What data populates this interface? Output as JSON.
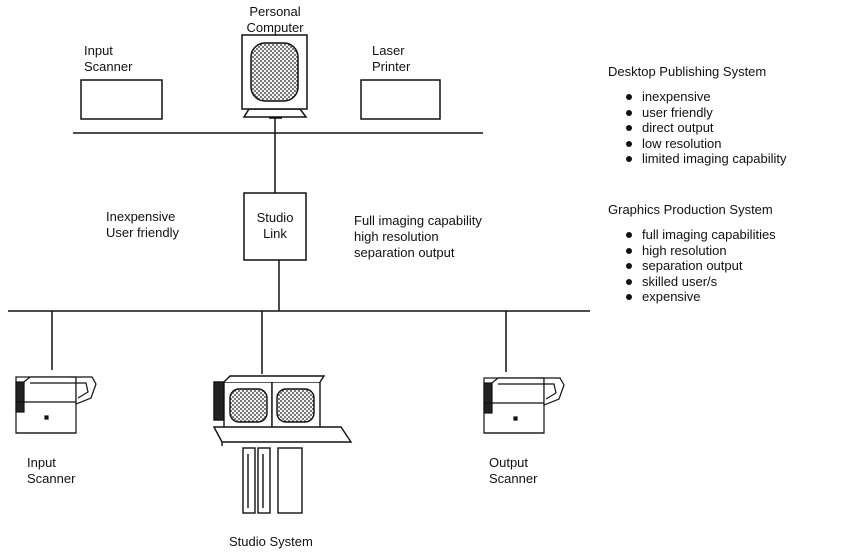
{
  "labels": {
    "personal_computer": [
      "Personal",
      "Computer"
    ],
    "input_scanner_top": [
      "Input",
      "Scanner"
    ],
    "laser_printer": [
      "Laser",
      "Printer"
    ],
    "studio_link": [
      "Studio",
      "Link"
    ],
    "left_note": [
      "Inexpensive",
      "User friendly"
    ],
    "right_note": [
      "Full imaging capability",
      "high resolution",
      "separation output"
    ],
    "input_scanner_bottom": [
      "Input",
      "Scanner"
    ],
    "output_scanner": [
      "Output",
      "Scanner"
    ],
    "studio_system": "Studio System"
  },
  "legend": {
    "desktop": {
      "title": "Desktop Publishing System",
      "items": [
        "inexpensive",
        "user friendly",
        "direct output",
        "low resolution",
        "limited imaging capability"
      ]
    },
    "graphics": {
      "title": "Graphics Production System",
      "items": [
        "full imaging capabilities",
        "high resolution",
        "separation output",
        "skilled user/s",
        "expensive"
      ]
    }
  }
}
